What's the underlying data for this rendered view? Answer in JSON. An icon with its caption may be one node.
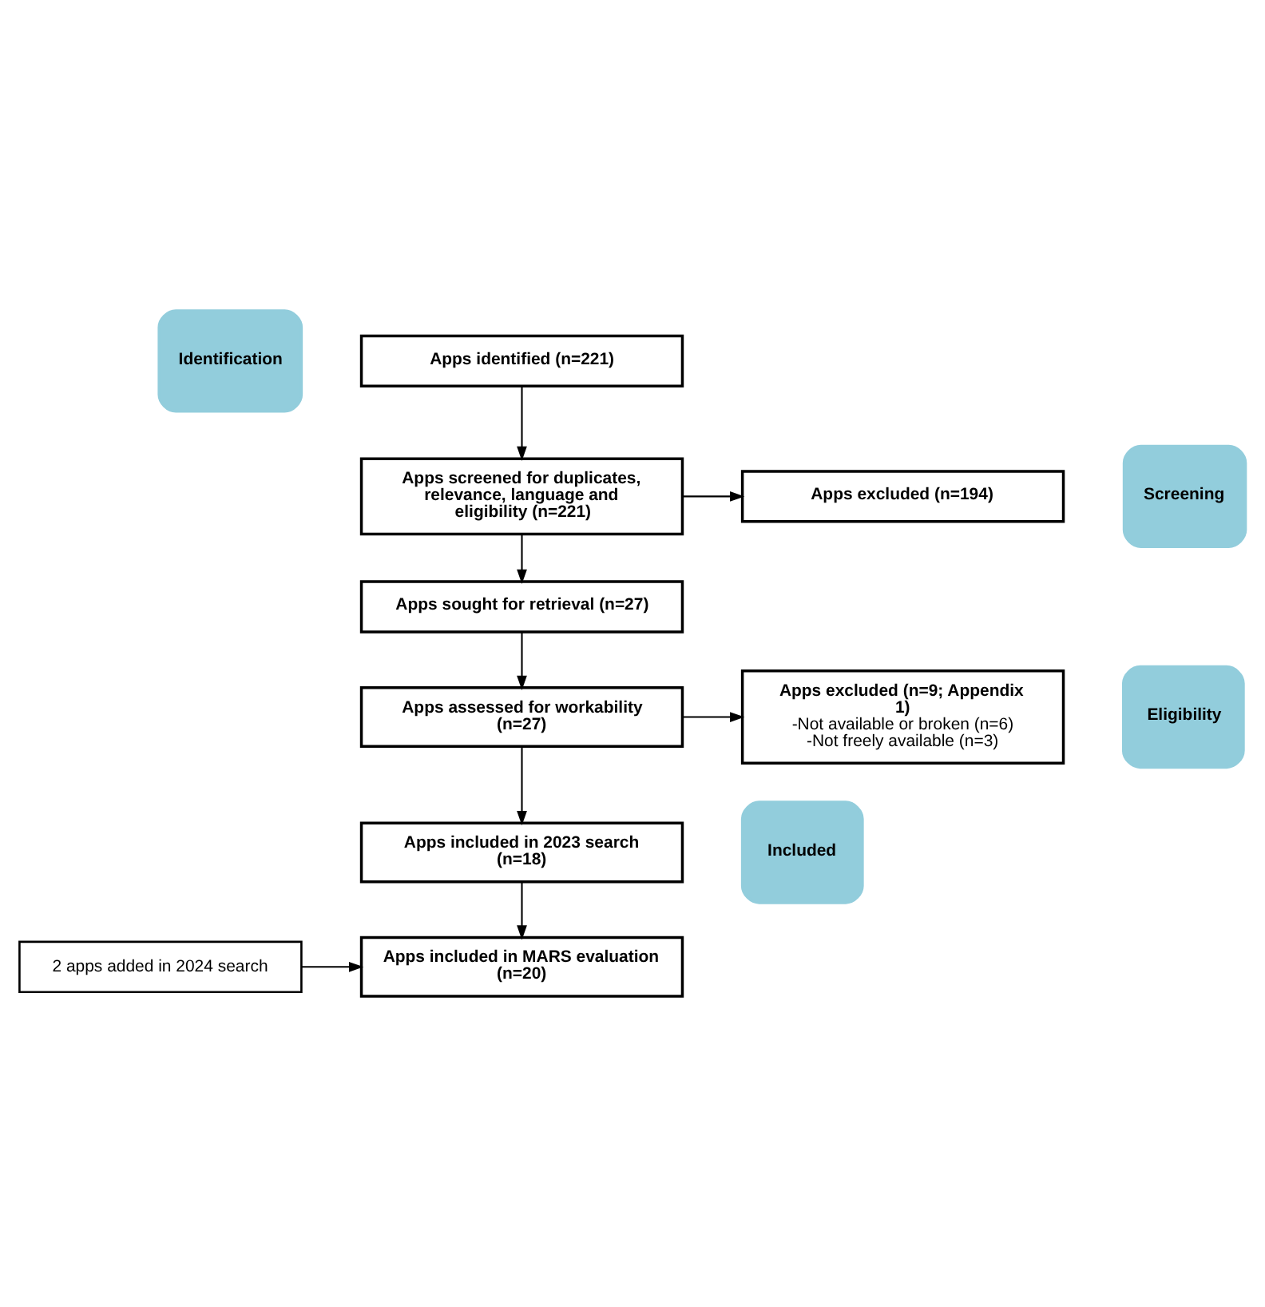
{
  "diagram": {
    "nodes": [
      {
        "text": [
          "Identification"
        ]
      },
      {
        "text": [
          "Apps identified (n=221)"
        ]
      },
      {
        "text": [
          "Screening"
        ]
      },
      {
        "text": [
          "Apps screened for duplicates, relevance, language and eligibility (n=221)"
        ]
      },
      {
        "text": [
          "Apps excluded (n=194)"
        ]
      },
      {
        "text": [
          "Apps sought for retrieval (n=27)"
        ]
      },
      {
        "text": [
          "Eligibility"
        ]
      },
      {
        "text": [
          "Apps assessed for workability (n=27)"
        ]
      },
      {
        "text": [
          "Apps excluded (n=9; Appendix 1)",
          "-Not available or broken (n=6) -Not freely available (n=3)"
        ]
      },
      {
        "text": [
          "Included"
        ]
      },
      {
        "text": [
          "Apps included in 2023 search (n=18)"
        ]
      },
      {
        "text": [
          "Apps included in MARS evaluation (n=20)"
        ]
      },
      {
        "text": [
          "2 apps added in 2024 search"
        ]
      }
    ],
    "edges": [
      {
        "from": 1,
        "to": 3,
        "arrow": "to"
      },
      {
        "from": 3,
        "to": 4,
        "arrow": "to"
      },
      {
        "from": 3,
        "to": 5,
        "arrow": "to"
      },
      {
        "from": 5,
        "to": 7,
        "arrow": "to"
      },
      {
        "from": 7,
        "to": 8,
        "arrow": "to"
      },
      {
        "from": 7,
        "to": 10,
        "arrow": "to"
      },
      {
        "from": 10,
        "to": 11,
        "arrow": "to"
      },
      {
        "from": 12,
        "to": 11,
        "arrow": "to"
      }
    ]
  }
}
